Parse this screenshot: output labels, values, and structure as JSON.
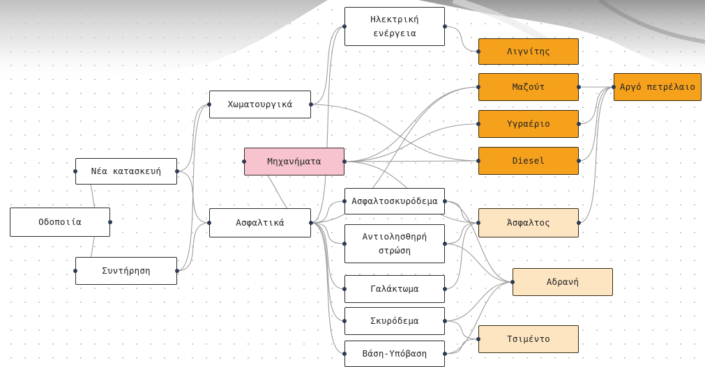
{
  "diagram": {
    "nodes": [
      {
        "id": "odopoiia",
        "label": "Οδοποιία",
        "style": "white"
      },
      {
        "id": "nea-kataskevi",
        "label": "Νέα κατασκευή",
        "style": "white"
      },
      {
        "id": "syntirisi",
        "label": "Συντήρηση",
        "style": "white"
      },
      {
        "id": "chomatourgika",
        "label": "Χωματουργικά",
        "style": "white"
      },
      {
        "id": "asfaltika",
        "label": "Ασφαλτικά",
        "style": "white"
      },
      {
        "id": "ilektriki-energeia",
        "label": "Ηλεκτρική ενέργεια",
        "style": "white"
      },
      {
        "id": "michanimata",
        "label": "Μηχανήματα",
        "style": "pink"
      },
      {
        "id": "asfaltoskyrodema",
        "label": "Ασφαλτοσκυρόδεμα",
        "style": "white"
      },
      {
        "id": "antiolisthiri-strosi",
        "label": "Αντιολησθηρή στρώση",
        "style": "white"
      },
      {
        "id": "galaktoma",
        "label": "Γαλάκτωμα",
        "style": "white"
      },
      {
        "id": "skyrodema",
        "label": "Σκυρόδεμα",
        "style": "white"
      },
      {
        "id": "vasi-ypovasi",
        "label": "Βάση-Υπόβαση",
        "style": "white"
      },
      {
        "id": "lignitis",
        "label": "Λιγνίτης",
        "style": "orange"
      },
      {
        "id": "mazout",
        "label": "Μαζούτ",
        "style": "orange"
      },
      {
        "id": "ygraerio",
        "label": "Υγραέριο",
        "style": "orange"
      },
      {
        "id": "diesel",
        "label": "Diesel",
        "style": "orange"
      },
      {
        "id": "argo-petrelaio",
        "label": "Αργό πετρέλαιο",
        "style": "orange"
      },
      {
        "id": "asfaltos",
        "label": "Άσφαλτος",
        "style": "peach"
      },
      {
        "id": "adrani",
        "label": "Αδρανή",
        "style": "peach"
      },
      {
        "id": "tsimento",
        "label": "Τσιμέντο",
        "style": "peach"
      }
    ],
    "edges": [
      [
        "odopoiia",
        "nea-kataskevi"
      ],
      [
        "odopoiia",
        "syntirisi"
      ],
      [
        "nea-kataskevi",
        "chomatourgika"
      ],
      [
        "nea-kataskevi",
        "asfaltika"
      ],
      [
        "syntirisi",
        "chomatourgika"
      ],
      [
        "syntirisi",
        "asfaltika"
      ],
      [
        "chomatourgika",
        "ilektriki-energeia"
      ],
      [
        "chomatourgika",
        "diesel"
      ],
      [
        "asfaltika",
        "ilektriki-energeia"
      ],
      [
        "asfaltika",
        "michanimata"
      ],
      [
        "asfaltika",
        "asfaltoskyrodema"
      ],
      [
        "asfaltika",
        "antiolisthiri-strosi"
      ],
      [
        "asfaltika",
        "galaktoma"
      ],
      [
        "asfaltika",
        "skyrodema"
      ],
      [
        "asfaltika",
        "vasi-ypovasi"
      ],
      [
        "asfaltika",
        "mazout"
      ],
      [
        "michanimata",
        "mazout"
      ],
      [
        "michanimata",
        "ygraerio"
      ],
      [
        "michanimata",
        "diesel"
      ],
      [
        "michanimata",
        "asfaltos"
      ],
      [
        "ilektriki-energeia",
        "lignitis"
      ],
      [
        "mazout",
        "argo-petrelaio"
      ],
      [
        "ygraerio",
        "argo-petrelaio"
      ],
      [
        "diesel",
        "argo-petrelaio"
      ],
      [
        "asfaltos",
        "argo-petrelaio"
      ],
      [
        "asfaltoskyrodema",
        "asfaltos"
      ],
      [
        "asfaltoskyrodema",
        "adrani"
      ],
      [
        "antiolisthiri-strosi",
        "asfaltos"
      ],
      [
        "antiolisthiri-strosi",
        "adrani"
      ],
      [
        "galaktoma",
        "asfaltos"
      ],
      [
        "skyrodema",
        "adrani"
      ],
      [
        "skyrodema",
        "tsimento"
      ],
      [
        "vasi-ypovasi",
        "adrani"
      ],
      [
        "vasi-ypovasi",
        "tsimento"
      ]
    ]
  },
  "colors": {
    "orange": "#f5a11c",
    "peach": "#fde5c2",
    "pink": "#f6c3cf",
    "edge": "#9c9c9c",
    "anchor": "#2e3a52"
  }
}
